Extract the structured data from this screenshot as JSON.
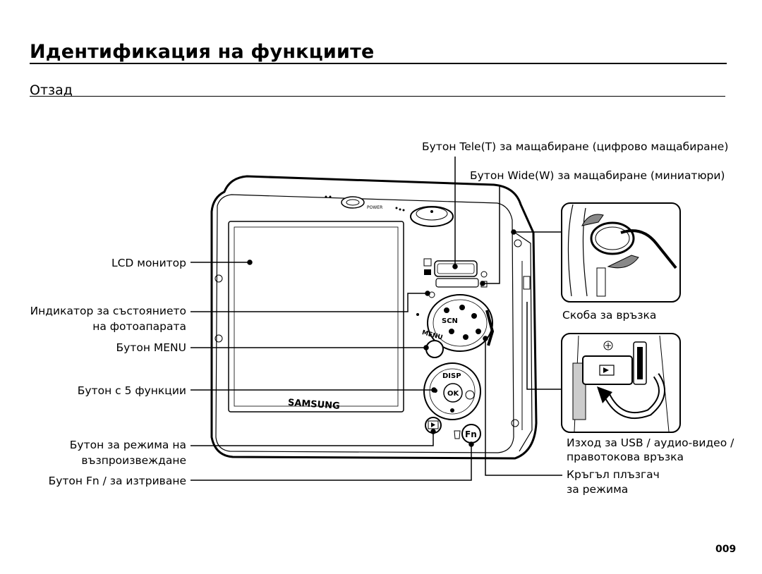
{
  "page": {
    "title": "Идентификация на функциите",
    "subtitle": "Отзад",
    "page_number": "009"
  },
  "labels": {
    "tele": "Бутон Tele(T) за мащабиране (цифрово мащабиране)",
    "wide": "Бутон Wide(W) за мащабиране (миниатюри)",
    "lcd": "LCD монитор",
    "status_1": "Индикатор за състоянието",
    "status_2": "на фотоапарата",
    "menu": "Бутон MENU",
    "five_func": "Бутон с 5 функции",
    "playback_1": "Бутон за режима на",
    "playback_2": "възпроизвеждане",
    "fn": "Бутон Fn / за изтриване",
    "strap": "Скоба за връзка",
    "usb_1": "Изход за USB / аудио-видео /",
    "usb_2": "правотокова връзка",
    "dial_1": "Кръгъл плъзгач",
    "dial_2": "за режима"
  },
  "camera": {
    "brand": "SAMSUNG",
    "power": "POWER",
    "menu": "MENU",
    "disp": "DISP",
    "ok": "OK",
    "fn": "Fn",
    "scn": "SCN"
  }
}
